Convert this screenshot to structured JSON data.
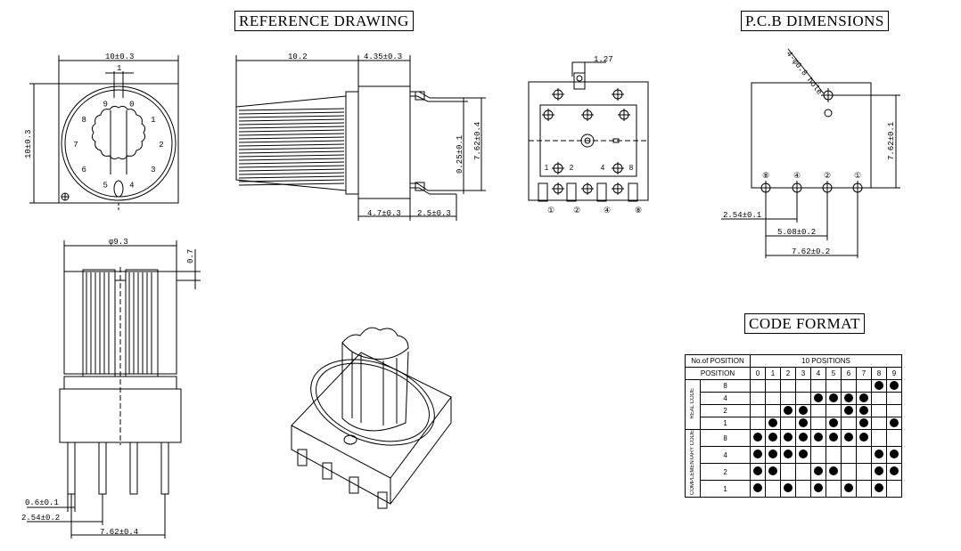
{
  "titles": {
    "reference": "REFERENCE DRAWING",
    "pcb": "P.C.B DIMENSIONS",
    "code": "CODE FORMAT"
  },
  "dims": {
    "width_10": "10±0.3",
    "height_10": "10±0.3",
    "one": "1",
    "len_10_2": "10.2",
    "len_4_35": "4.35±0.3",
    "h_0_25": "0.25±0.1",
    "h_7_62": "7.62±0.4",
    "len_4_7": "4.7±0.3",
    "len_2_5": "2.5±0.3",
    "pitch_1_27": "1.27",
    "dia_9_3": "φ9.3",
    "dim_0_7": "0.7",
    "dim_0_6": "0.6±0.1",
    "dim_2_54": "2.54±0.2",
    "dim_7_62": "7.62±0.4",
    "hole": "4-φ0.8 hole",
    "pcb_7_62_v": "7.62±0.1",
    "pcb_2_54": "2.54±0.1",
    "pcb_5_08": "5.08±0.2",
    "pcb_7_62_h": "7.62±0.2"
  },
  "dial_numbers": [
    "0",
    "1",
    "2",
    "3",
    "4",
    "5",
    "6",
    "7",
    "8",
    "9"
  ],
  "pin_labels": [
    "①",
    "②",
    "④",
    "⑧"
  ],
  "pcb_pin_labels": [
    "⑧",
    "④",
    "②",
    "①"
  ],
  "bottom_pin_numbers": [
    "1",
    "2",
    "4",
    "8"
  ],
  "code_table": {
    "header_left": "No.of POSITION",
    "header_right": "10 POSITIONS",
    "position_label": "POSITION",
    "positions": [
      "0",
      "1",
      "2",
      "3",
      "4",
      "5",
      "6",
      "7",
      "8",
      "9"
    ],
    "real_label": "REAL CODE",
    "comp_label": "COMPLEMENTARY CODE",
    "real_rows": [
      {
        "code": "8",
        "bits": [
          0,
          0,
          0,
          0,
          0,
          0,
          0,
          0,
          1,
          1
        ]
      },
      {
        "code": "4",
        "bits": [
          0,
          0,
          0,
          0,
          1,
          1,
          1,
          1,
          0,
          0
        ]
      },
      {
        "code": "2",
        "bits": [
          0,
          0,
          1,
          1,
          0,
          0,
          1,
          1,
          0,
          0
        ]
      },
      {
        "code": "1",
        "bits": [
          0,
          1,
          0,
          1,
          0,
          1,
          0,
          1,
          0,
          1
        ]
      }
    ],
    "comp_rows": [
      {
        "code": "8",
        "bits": [
          1,
          1,
          1,
          1,
          1,
          1,
          1,
          1,
          0,
          0
        ]
      },
      {
        "code": "4",
        "bits": [
          1,
          1,
          1,
          1,
          0,
          0,
          0,
          0,
          1,
          1
        ]
      },
      {
        "code": "2",
        "bits": [
          1,
          1,
          0,
          0,
          1,
          1,
          0,
          0,
          1,
          1
        ]
      },
      {
        "code": "1",
        "bits": [
          1,
          0,
          1,
          0,
          1,
          0,
          1,
          0,
          1,
          0
        ]
      }
    ]
  }
}
